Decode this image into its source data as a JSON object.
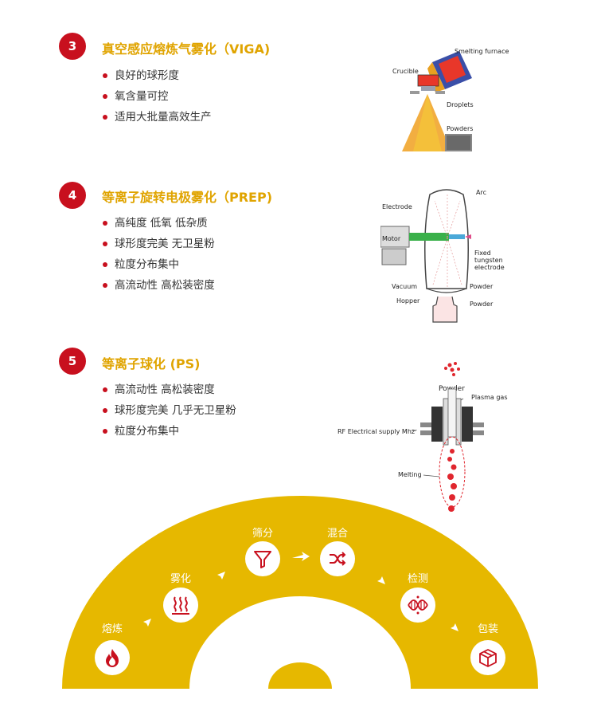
{
  "sections": [
    {
      "num": "3",
      "title": "真空感应熔炼气雾化（VIGA)",
      "bullets": [
        "良好的球形度",
        "氧含量可控",
        "适用大批量高效生产"
      ],
      "diagram_labels": {
        "furnace": "Smelting furnace",
        "crucible": "Crucible",
        "droplets": "Droplets",
        "powders": "Powders"
      }
    },
    {
      "num": "4",
      "title": "等离子旋转电极雾化（PREP)",
      "bullets": [
        "高纯度  低氧  低杂质",
        "球形度完美  无卫星粉",
        "粒度分布集中",
        "高流动性  高松装密度"
      ],
      "diagram_labels": {
        "arc": "Arc",
        "electrode": "Electrode",
        "motor": "Motor",
        "fixed": "Fixed",
        "tungsten": "tungsten",
        "electrode2": "electrode",
        "vacuum": "Vacuum",
        "powder1": "Powder",
        "hopper": "Hopper",
        "powder2": "Powder"
      }
    },
    {
      "num": "5",
      "title": "等离子球化 (PS)",
      "bullets": [
        "高流动性  高松装密度",
        "球形度完美  几乎无卫星粉",
        "粒度分布集中"
      ],
      "diagram_labels": {
        "powder": "Powder",
        "plasma": "Plasma gas",
        "rf": "RF Electrical supply Mhz",
        "melting": "Melting"
      }
    }
  ],
  "process_steps": [
    {
      "label": "熔炼",
      "icon": "flame-icon"
    },
    {
      "label": "雾化",
      "icon": "steam-icon"
    },
    {
      "label": "筛分",
      "icon": "funnel-icon"
    },
    {
      "label": "混合",
      "icon": "shuffle-icon"
    },
    {
      "label": "检测",
      "icon": "dna-icon"
    },
    {
      "label": "包装",
      "icon": "package-icon"
    }
  ],
  "colors": {
    "accent_red": "#c8101e",
    "gold": "#e6b800",
    "title_gold": "#e0a400"
  }
}
